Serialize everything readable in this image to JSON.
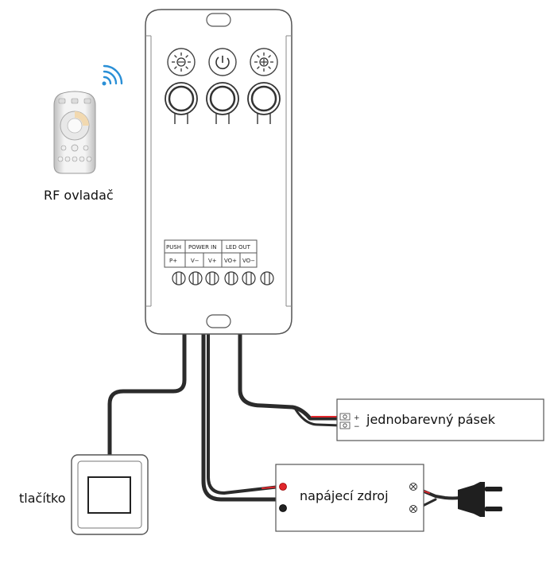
{
  "labels": {
    "remote": "RF ovladač",
    "strip": "jednobarevný pásek",
    "power_supply": "napájecí zdroj",
    "switch": "tlačítko"
  },
  "terminal_table": {
    "groups": [
      "PUSH",
      "POWER IN",
      "LED OUT"
    ],
    "pins": [
      "P+",
      "V−",
      "V+",
      "VO+",
      "VO−"
    ]
  },
  "strip_polarity": [
    "+",
    "−"
  ],
  "colors": {
    "wire_black": "#2b2b2b",
    "wire_red": "#e0262b",
    "signal_blue": "#2a8fd6",
    "outline": "#555555"
  },
  "icons": [
    "brightness-down-icon",
    "power-icon",
    "brightness-up-icon",
    "wifi-signal-icon",
    "plug-icon"
  ]
}
